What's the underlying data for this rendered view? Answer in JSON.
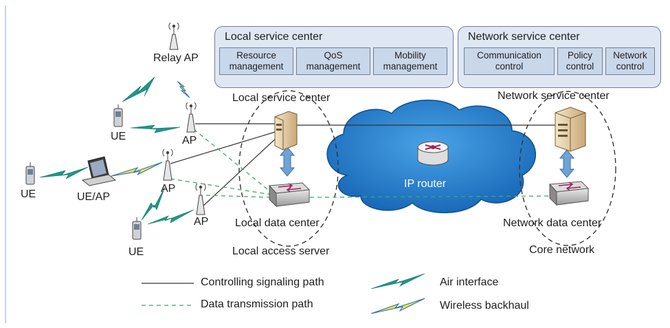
{
  "local_panel": {
    "title": "Local service center",
    "boxes": [
      "Resource management",
      "QoS management",
      "Mobility management"
    ]
  },
  "network_panel": {
    "title": "Network service center",
    "boxes": [
      "Communication control",
      "Policy control",
      "Network control"
    ]
  },
  "nodes": {
    "relay_ap": "Relay AP",
    "ap": "AP",
    "ue": "UE",
    "ue_ap": "UE/AP",
    "local_service_center": "Local service center",
    "network_service_center": "Network service center",
    "local_data_center": "Local data center",
    "network_data_center": "Network data center",
    "ip_router": "IP router",
    "local_access_server": "Local access server",
    "core_network": "Core network"
  },
  "legend": {
    "controlling": "Controlling signaling path",
    "data": "Data transmission path",
    "air": "Air interface",
    "backhaul": "Wireless backhaul"
  },
  "colors": {
    "panel_fill": "#dfe7f3",
    "cloud_blue": "#1f77c4",
    "air_interface": "#1a9a8a",
    "wireless_backhaul": "#e8e84a",
    "data_path": "#3aab70"
  }
}
